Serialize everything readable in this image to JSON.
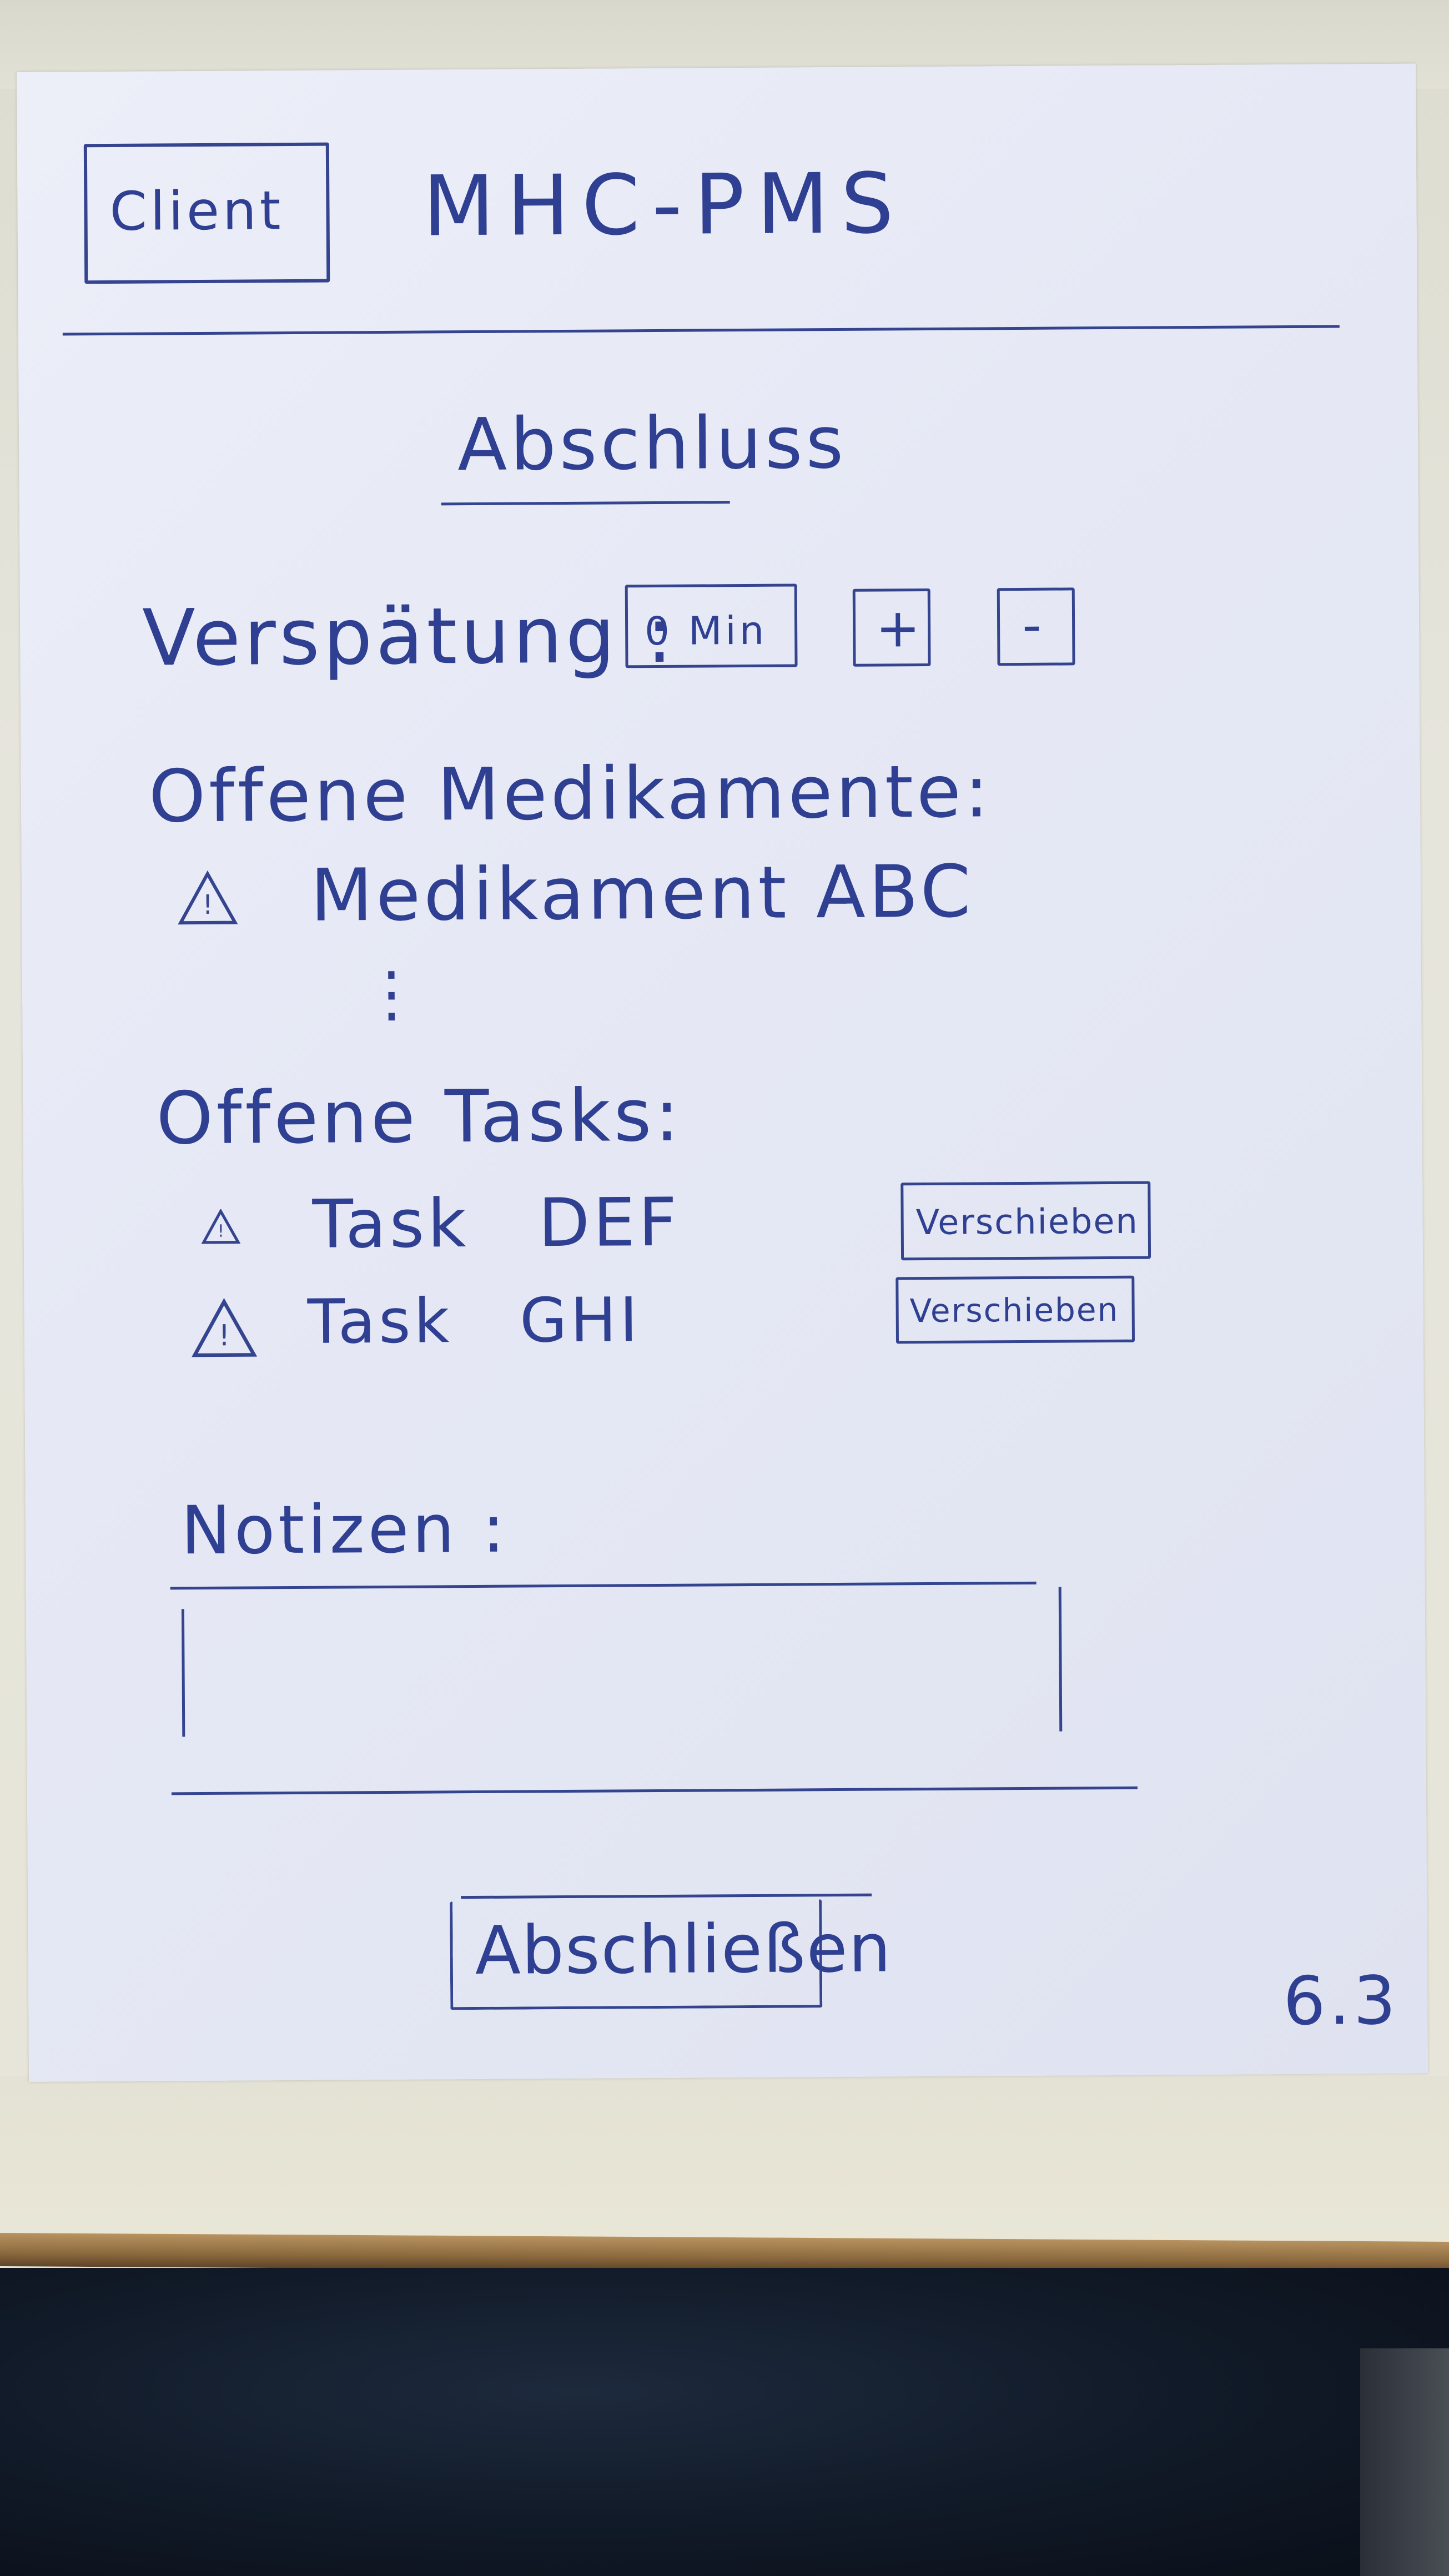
{
  "header": {
    "client_button": "Client",
    "app_title": "MHC-PMS"
  },
  "page": {
    "title": "Abschluss",
    "page_number": "6.3"
  },
  "delay": {
    "label": "Verspätung :",
    "value": "0 Min",
    "increment_label": "+",
    "decrement_label": "-"
  },
  "medications": {
    "heading": "Offene Medikamente:",
    "items": [
      {
        "icon": "warning-triangle-icon",
        "label": "Medikament ABC"
      }
    ],
    "ellipsis": "⋮"
  },
  "tasks": {
    "heading": "Offene Tasks:",
    "items": [
      {
        "icon": "warning-triangle-icon",
        "label": "Task DEF",
        "action_label": "Verschieben"
      },
      {
        "icon": "warning-triangle-icon",
        "label": "Task GHI",
        "action_label": "Verschieben"
      }
    ]
  },
  "notes": {
    "label": "Notizen :",
    "value": ""
  },
  "submit": {
    "label": "Abschließen"
  },
  "colors": {
    "ink": "#2f3f91",
    "paper": "#e6e9f5"
  }
}
